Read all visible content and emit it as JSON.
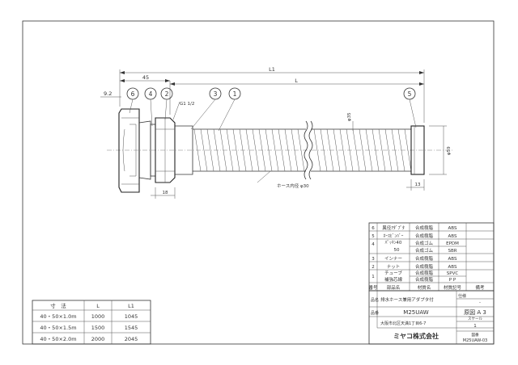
{
  "drawing": {
    "dims": {
      "l1": "L1",
      "l": "L",
      "d45": "45",
      "d92": "9.2",
      "g": "G1 1/2",
      "d18": "18",
      "d13": "13",
      "phi35": "φ35",
      "phi59": "φ59"
    },
    "balloons": [
      "6",
      "4",
      "2",
      "3",
      "1",
      "5"
    ],
    "hose_note": "ホース内径 φ30"
  },
  "parts_table": {
    "rows": [
      {
        "no": "6",
        "name": "異径ｱﾀﾞﾌﾟﾀ",
        "material": "合成樹脂",
        "code": "ABS",
        "note": ""
      },
      {
        "no": "5",
        "name": "ﾎｰｽﾋﾞﾝﾊﾞｰ",
        "material": "合成樹脂",
        "code": "ABS",
        "note": ""
      },
      {
        "no": "4",
        "name": "ﾊﾟｯｷﾝ40",
        "material": "合成ゴム",
        "code": "EPDM",
        "note": ""
      },
      {
        "no": "",
        "name": "50",
        "material": "合成ゴム",
        "code": "SBR",
        "note": ""
      },
      {
        "no": "3",
        "name": "インナー",
        "material": "合成樹脂",
        "code": "ABS",
        "note": ""
      },
      {
        "no": "2",
        "name": "ナット",
        "material": "合成樹脂",
        "code": "ABS",
        "note": ""
      },
      {
        "no": "1",
        "name": "チューブ",
        "material": "合成樹脂",
        "code": "SPVC",
        "note": ""
      },
      {
        "no": "",
        "name": "補強芯線",
        "material": "合成樹脂",
        "code": "P P",
        "note": ""
      }
    ],
    "header": {
      "no": "番号",
      "name": "部品名",
      "material": "材質名",
      "code": "材質記号",
      "note": "備考"
    }
  },
  "title_block": {
    "hinmei_label": "品名",
    "hinmei": "排水ホース兼用アダプタ付",
    "shiyou_label": "仕様",
    "shiyou": "-",
    "hinban_label": "品番",
    "hinban": "M25UAW",
    "sheet": "原図 A 3",
    "scale_label": "スケール",
    "scale": "1",
    "zuban_label": "図番",
    "zuban": "M25UAW-03",
    "address": "大阪市北区天満1丁目6-7",
    "company": "ミヤコ株式会社"
  },
  "size_table": {
    "header": [
      "寸　法",
      "L",
      "L1"
    ],
    "rows": [
      [
        "40・50×1.0m",
        "1000",
        "1045"
      ],
      [
        "40・50×1.5m",
        "1500",
        "1545"
      ],
      [
        "40・50×2.0m",
        "2000",
        "2045"
      ]
    ]
  }
}
